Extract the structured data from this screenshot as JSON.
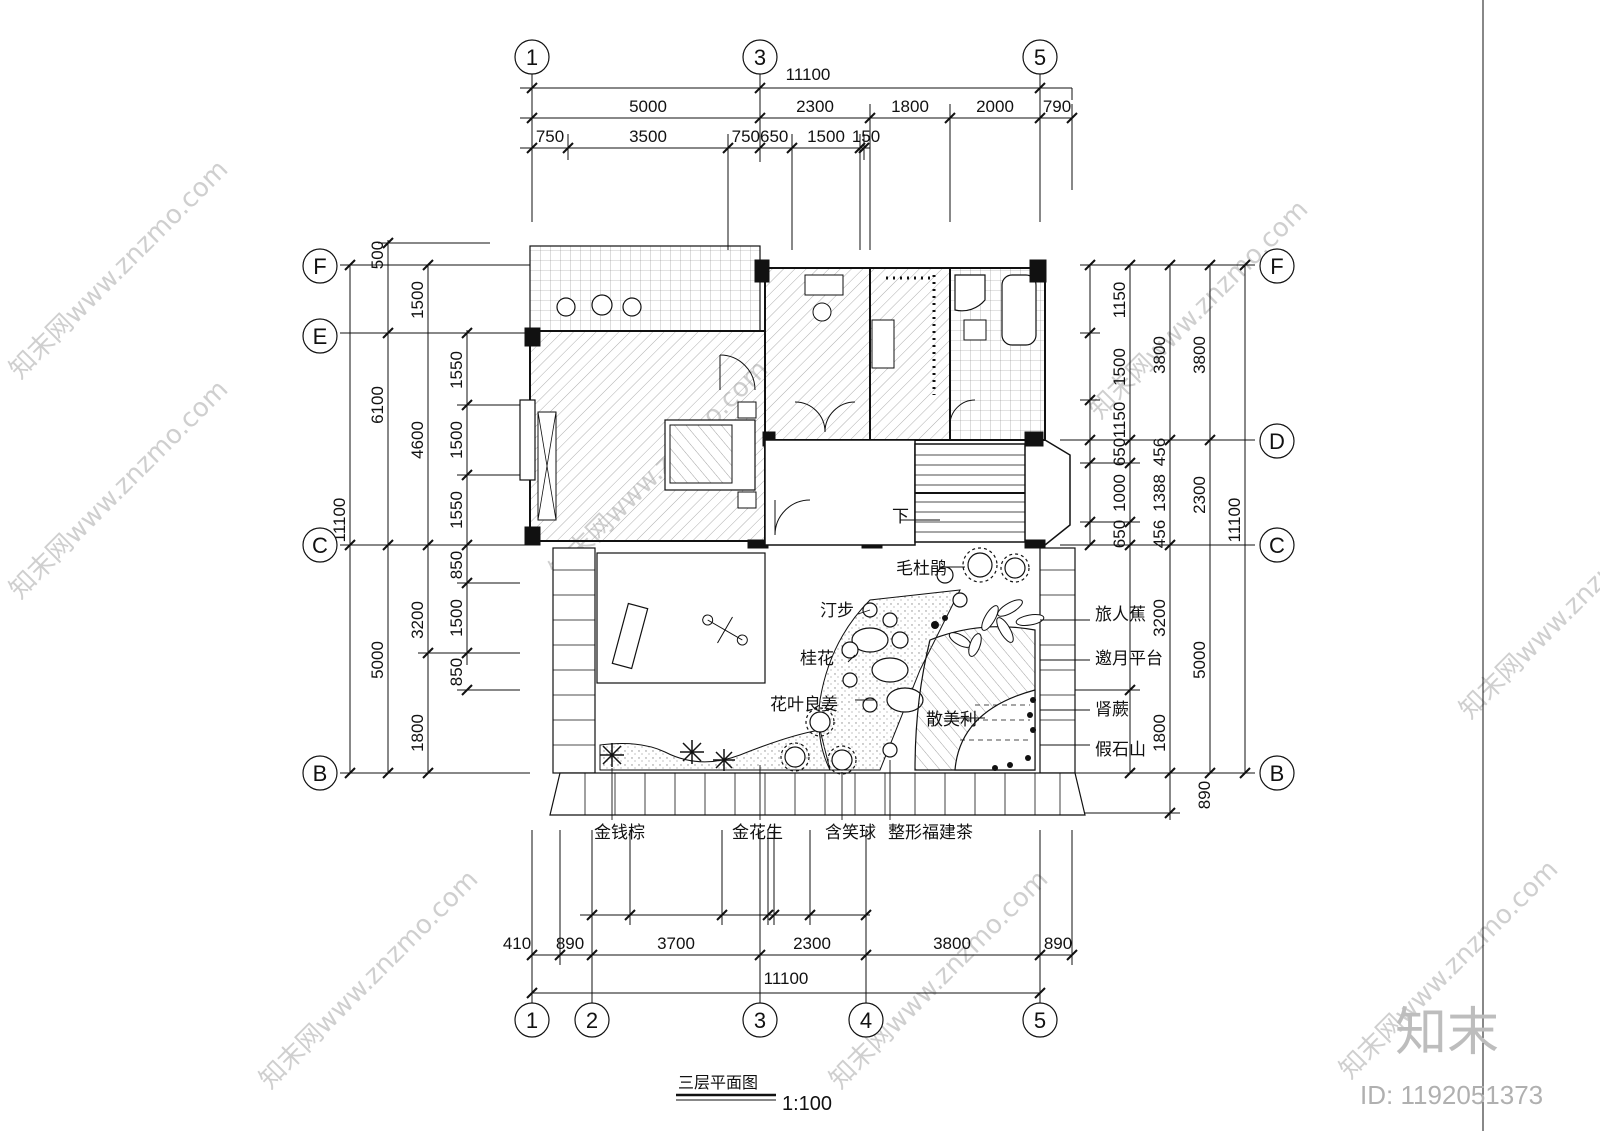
{
  "drawing": {
    "title": "三层平面图",
    "scale": "1:100"
  },
  "top_dims": {
    "overall": "11100",
    "row1": [
      "5000",
      "2300",
      "1800",
      "2000",
      "790"
    ],
    "row2": [
      "750",
      "3500",
      "750650",
      "1500",
      "150"
    ]
  },
  "bottom_dims": {
    "overall": "11100",
    "row1": [
      "410",
      "890",
      "3700",
      "2300",
      "3800",
      "890"
    ]
  },
  "left_dims": {
    "overall": "11100",
    "row1": [
      "6100",
      "5000"
    ],
    "row2": [
      "4600",
      "3200",
      "1800"
    ],
    "row3": [
      "500",
      "1500",
      "1550",
      "1500",
      "1550",
      "850",
      "1500",
      "850"
    ]
  },
  "right_dims": {
    "overall": "11100",
    "row1": [
      "3800",
      "2300",
      "5000",
      "890"
    ],
    "row2": [
      "3800",
      "456",
      "1388",
      "456",
      "3200",
      "1800"
    ],
    "row3": [
      "1150",
      "1500",
      "1150",
      "650",
      "1000",
      "650"
    ]
  },
  "axes": {
    "top": [
      "1",
      "3",
      "5"
    ],
    "bottom": [
      "1",
      "2",
      "3",
      "4",
      "5"
    ],
    "left": [
      "F",
      "E",
      "C",
      "B"
    ],
    "right": [
      "F",
      "D",
      "C",
      "B"
    ]
  },
  "plant_labels": {
    "maoduojuan": "毛杜鹃",
    "tingbu": "汀步",
    "guihua": "桂花",
    "huayeliangjiang": "花叶良姜",
    "meili": "散美利",
    "lvrenjiao": "旅人蕉",
    "yaoyuepingtai": "邀月平台",
    "shenjue": "肾蕨",
    "jiashishan": "假石山",
    "jinqianzong": "金钱棕",
    "jinhuasheng": "金花生",
    "hanxiaoqiu": "含笑球",
    "fujiancha": "整形福建茶"
  },
  "stair_label": "下",
  "brand": "知末",
  "id_text": "ID: 1192051373",
  "watermark": "知末网www.znzmo.com",
  "colors": {
    "line": "#111111",
    "hatch": "#9a9a9a",
    "watermark": "#cfcfcf"
  }
}
